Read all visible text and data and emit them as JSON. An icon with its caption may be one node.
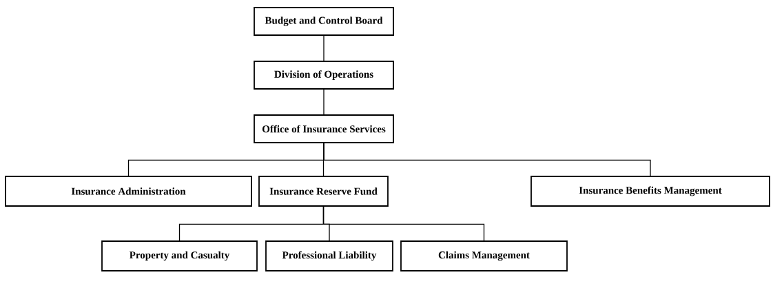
{
  "diagram": {
    "nodes": [
      {
        "text": [
          "Budget and Control Board"
        ]
      },
      {
        "text": [
          "Division of Operations"
        ]
      },
      {
        "text": [
          "Office of Insurance Services"
        ]
      },
      {
        "text": [
          "Insurance Administration"
        ]
      },
      {
        "text": [
          "Insurance Reserve Fund"
        ]
      },
      {
        "text": [
          "Insurance Benefits Management"
        ]
      },
      {
        "text": [
          "Property and Casualty"
        ]
      },
      {
        "text": [
          "Professional Liability"
        ]
      },
      {
        "text": [
          "Claims Management"
        ]
      }
    ],
    "edges": [
      {
        "from": 0,
        "to": 1,
        "arrow": "none"
      },
      {
        "from": 1,
        "to": 2,
        "arrow": "none"
      },
      {
        "from": 2,
        "to": 3,
        "arrow": "none"
      },
      {
        "from": 2,
        "to": 4,
        "arrow": "none"
      },
      {
        "from": 2,
        "to": 5,
        "arrow": "none"
      },
      {
        "from": 4,
        "to": 6,
        "arrow": "none"
      },
      {
        "from": 4,
        "to": 7,
        "arrow": "none"
      },
      {
        "from": 4,
        "to": 8,
        "arrow": "none"
      }
    ]
  }
}
